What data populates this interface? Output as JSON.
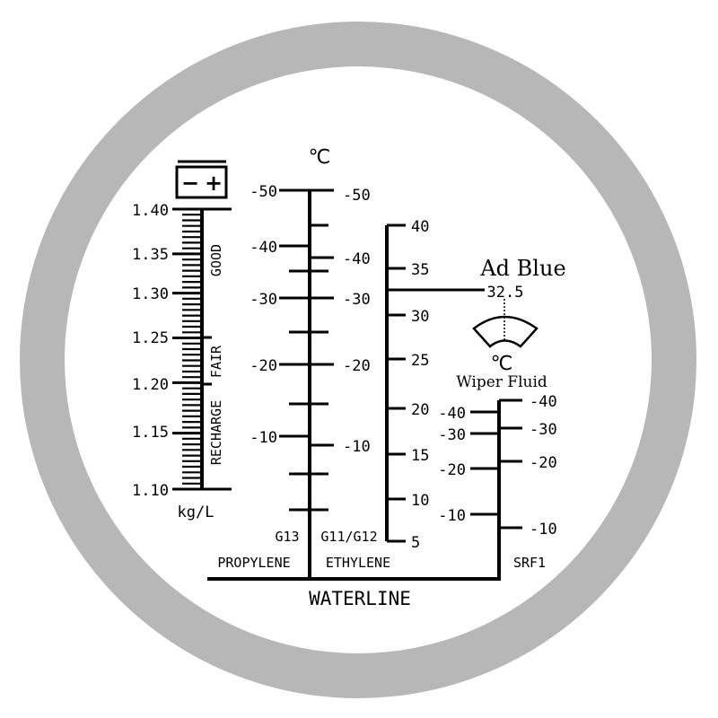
{
  "colors": {
    "ring": "#b7b7b7",
    "field": "#ffffff",
    "ink": "#000000"
  },
  "battery": {
    "icon": "battery-icon",
    "minus": "−",
    "plus": "+",
    "unit": "kg/L",
    "ticks": [
      "1.40",
      "1.35",
      "1.30",
      "1.25",
      "1.20",
      "1.15",
      "1.10"
    ],
    "zones": {
      "good": "GOOD",
      "fair": "FAIR",
      "recharge": "RECHARGE"
    }
  },
  "coolant": {
    "unit": "℃",
    "left_ticks": [
      "-50",
      "-40",
      "-30",
      "-20",
      "-10"
    ],
    "right_ticks": [
      "-50",
      "-40",
      "-30",
      "-20",
      "-10"
    ],
    "left_name": "G13",
    "right_name": "G11/G12",
    "left_type": "PROPYLENE",
    "right_type": "ETHYLENE"
  },
  "adblue": {
    "title": "Ad Blue",
    "marker": "32.5",
    "ticks": [
      "40",
      "35",
      "30",
      "25",
      "20",
      "15",
      "10",
      "5"
    ]
  },
  "wiper": {
    "title": "Wiper Fluid",
    "unit": "℃",
    "icon": "windshield-wiper-icon",
    "left_ticks": [
      "-40",
      "-30",
      "-20",
      "-10"
    ],
    "right_ticks": [
      "-40",
      "-30",
      "-20",
      "-10"
    ],
    "name": "SRF1"
  },
  "waterline": "WATERLINE"
}
